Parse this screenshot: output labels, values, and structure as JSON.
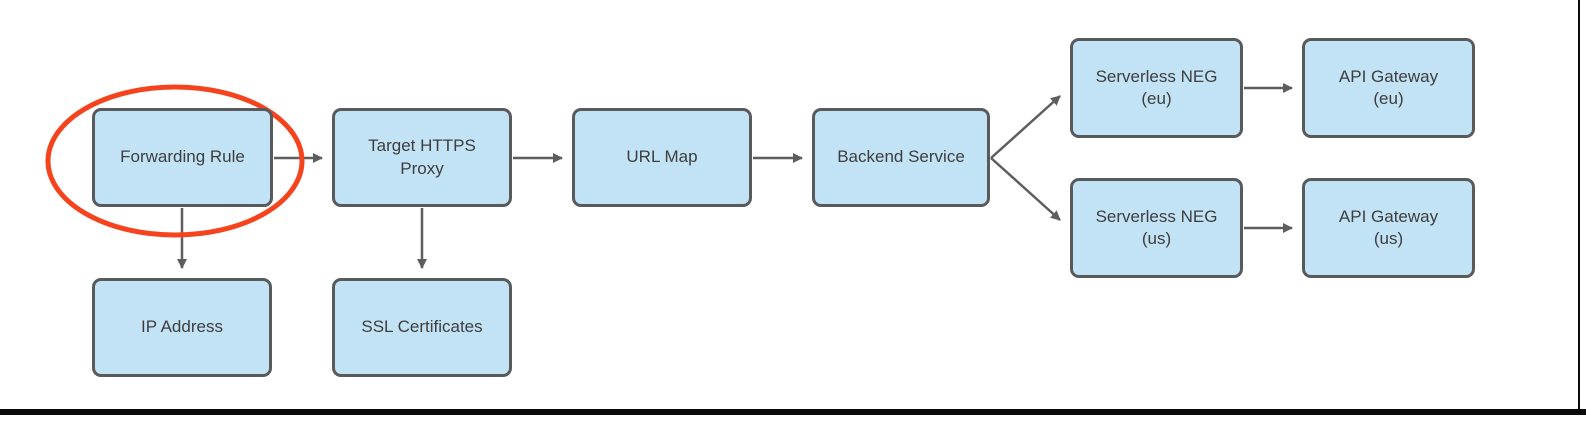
{
  "diagram": {
    "type": "flowchart",
    "nodes": [
      {
        "id": "forwarding-rule",
        "label": "Forwarding Rule",
        "highlighted": true
      },
      {
        "id": "target-https-proxy",
        "label": "Target HTTPS\nProxy"
      },
      {
        "id": "url-map",
        "label": "URL Map"
      },
      {
        "id": "backend-service",
        "label": "Backend Service"
      },
      {
        "id": "serverless-neg-eu",
        "label": "Serverless NEG\n(eu)"
      },
      {
        "id": "api-gateway-eu",
        "label": "API Gateway\n(eu)"
      },
      {
        "id": "serverless-neg-us",
        "label": "Serverless NEG\n(us)"
      },
      {
        "id": "api-gateway-us",
        "label": "API Gateway\n(us)"
      },
      {
        "id": "ip-address",
        "label": "IP Address"
      },
      {
        "id": "ssl-certificates",
        "label": "SSL Certificates"
      }
    ],
    "connections": [
      {
        "from": "forwarding-rule",
        "to": "target-https-proxy"
      },
      {
        "from": "target-https-proxy",
        "to": "url-map"
      },
      {
        "from": "url-map",
        "to": "backend-service"
      },
      {
        "from": "backend-service",
        "to": "serverless-neg-eu"
      },
      {
        "from": "backend-service",
        "to": "serverless-neg-us"
      },
      {
        "from": "serverless-neg-eu",
        "to": "api-gateway-eu"
      },
      {
        "from": "serverless-neg-us",
        "to": "api-gateway-us"
      },
      {
        "from": "forwarding-rule",
        "to": "ip-address"
      },
      {
        "from": "target-https-proxy",
        "to": "ssl-certificates"
      }
    ],
    "annotation": {
      "shape": "ellipse",
      "around": "forwarding-rule",
      "color": "#f5431d"
    },
    "colors": {
      "node_fill": "#c2e2f5",
      "node_border": "#595a5c",
      "connector": "#5e5e5e",
      "highlight": "#f5431d",
      "text": "#3e3e3e",
      "frame_edge": "#0a0a0a",
      "background": "#ffffff"
    }
  }
}
